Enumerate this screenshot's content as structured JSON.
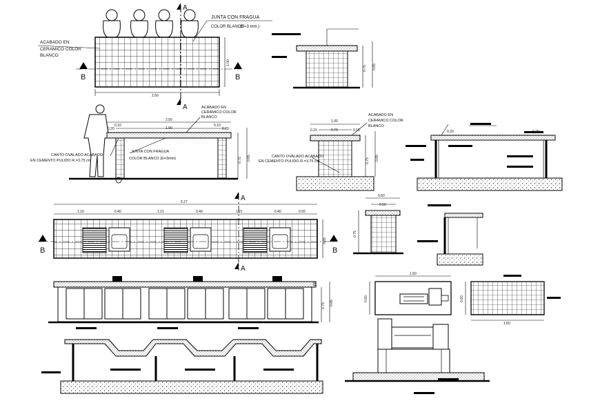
{
  "plan_top": {
    "grout_note_line1": "JUNTA CON FRAGUA",
    "grout_note_line2": "COLOR BLANCO",
    "grout_note_spec": "(E=3 mm.)",
    "finish_line1": "ACABADO EN",
    "finish_line2": "CERAMICO COLOR",
    "finish_line3": "BLANCO",
    "width_dim": "2.50",
    "depth_dim": "1.00",
    "section_a": "A",
    "section_b": "B"
  },
  "section_small": {
    "dim_h1": "0.75",
    "dim_h2": "0.85"
  },
  "elevation_table": {
    "finish_line1": "ACABADO EN",
    "finish_line2": "CERAMICO COLOR",
    "finish_line3": "BLANCO",
    "total_dim": "2.50",
    "inner_dim": "1.90",
    "side_dim_l": "0.10",
    "side_dim_r": "0.10",
    "edge_l": "0.20",
    "edge_r": "0.20",
    "grout_line1": "JUNTA CON FRAGUA",
    "grout_line2": "COLOR BLANCO (E=3mm)",
    "edge_note_line1": "CANTO OVALADO ACABADO",
    "edge_note_line2": "EN CEMENTO PULIDO R.=3.75 cm",
    "height_dim": "0.75",
    "height_dim2": "0.85"
  },
  "section_b": {
    "finish_line1": "ACABADO EN",
    "finish_line2": "CERAMICO COLOR",
    "finish_line3": "BLANCO",
    "total_dim": "1.00",
    "inner_dim": "0.70",
    "edge_l": "0.15",
    "edge_r": "0.15",
    "edge_note_line1": "CANTO OVALADO ACABADO",
    "edge_note_line2": "EN CEMENTO PULIDO R.=3.75 cm",
    "height_dim": "0.75",
    "height_dim2": "0.85"
  },
  "section_c": {
    "dim_a": "0.20",
    "dim_b": "0.20"
  },
  "sink_plan": {
    "total_dim": "5.27",
    "dims": [
      "1.10",
      "0.40",
      "1.21",
      "0.40",
      "1.21",
      "0.40",
      "0.55"
    ],
    "depth_dim": "0.65",
    "section_a": "A",
    "section_b": "B"
  },
  "small_section": {
    "top_dim1": "0.60",
    "top_dim2": "0.50",
    "height_dim": "0.75"
  },
  "cabinet_elev": {
    "height_dim1": "0.75",
    "height_dim2": "0.85",
    "tag": "E"
  },
  "lathe_plan": {
    "width_dim": "1.50",
    "depth_dim": "0.60"
  },
  "top_plan2": {
    "width_dim": "1.50",
    "depth_dim": "0.60"
  }
}
